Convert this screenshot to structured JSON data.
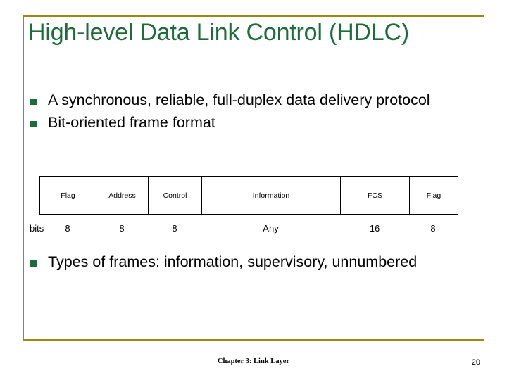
{
  "slide": {
    "title": "High-level Data Link Control (HDLC)",
    "bullets": [
      "A synchronous, reliable, full-duplex data delivery protocol",
      "Bit-oriented frame format",
      "Types of frames: information, supervisory, unnumbered"
    ],
    "frame_table": {
      "fields": [
        "Flag",
        "Address",
        "Control",
        "Information",
        "FCS",
        "Flag"
      ],
      "bits_label": "bits",
      "bits": [
        "8",
        "8",
        "8",
        "Any",
        "16",
        "8"
      ]
    },
    "footer": {
      "center": "Chapter 3: Link Layer",
      "page": "20"
    },
    "colors": {
      "title": "#1f6b3b",
      "rule": "#9a8b10",
      "bullet": "#1f6b3b"
    }
  }
}
